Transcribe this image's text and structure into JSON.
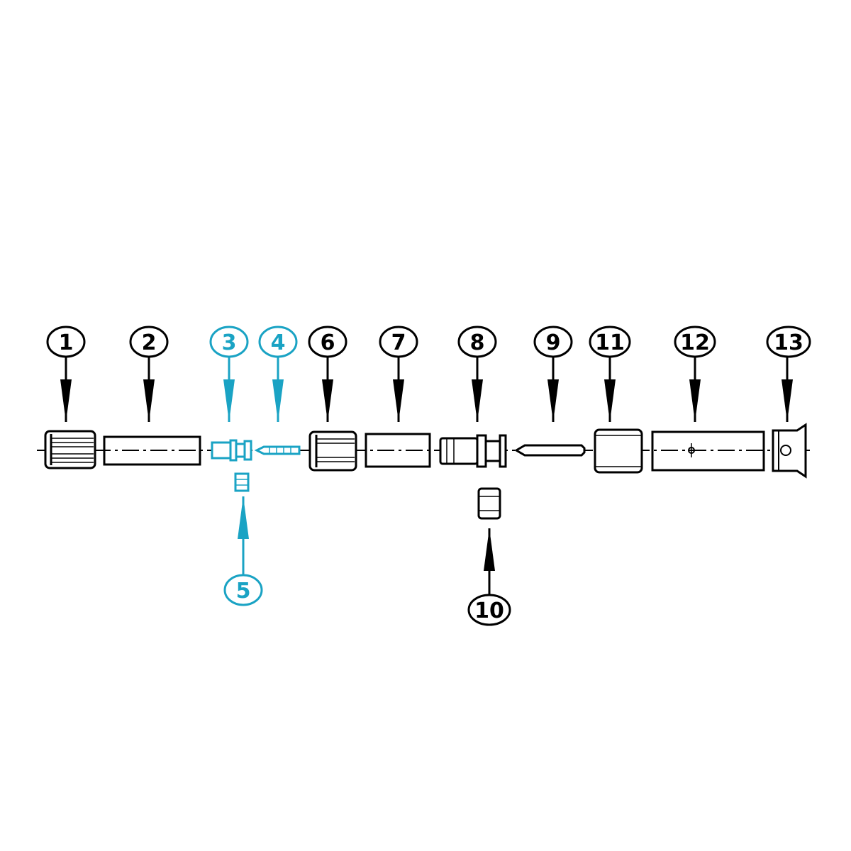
{
  "colors": {
    "default": "#000000",
    "highlight": "#1aa3c4",
    "background": "#ffffff"
  },
  "callouts": [
    {
      "label": "1",
      "highlighted": false
    },
    {
      "label": "2",
      "highlighted": false
    },
    {
      "label": "3",
      "highlighted": true
    },
    {
      "label": "4",
      "highlighted": true
    },
    {
      "label": "5",
      "highlighted": true
    },
    {
      "label": "6",
      "highlighted": false
    },
    {
      "label": "7",
      "highlighted": false
    },
    {
      "label": "8",
      "highlighted": false
    },
    {
      "label": "9",
      "highlighted": false
    },
    {
      "label": "10",
      "highlighted": false
    },
    {
      "label": "11",
      "highlighted": false
    },
    {
      "label": "12",
      "highlighted": false
    },
    {
      "label": "13",
      "highlighted": false
    }
  ]
}
